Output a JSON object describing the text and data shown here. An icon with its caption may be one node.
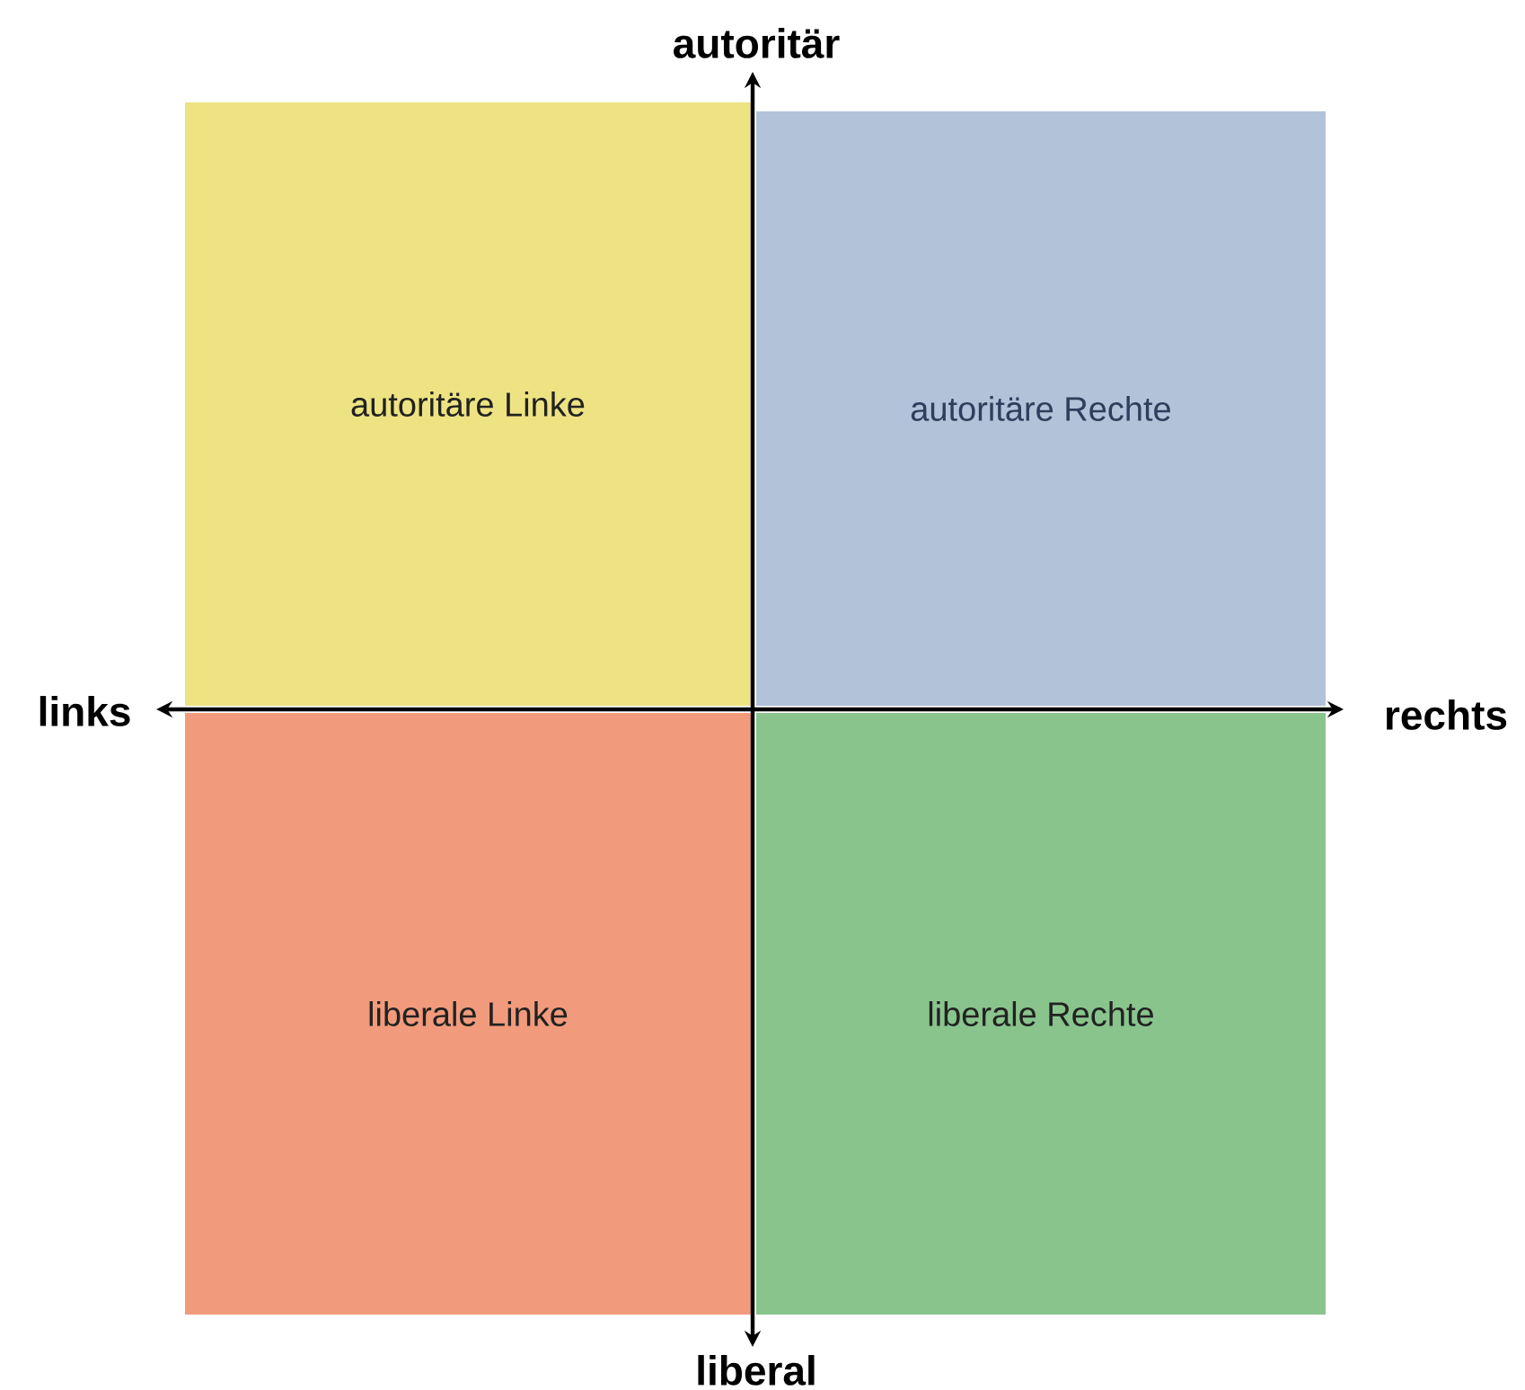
{
  "diagram": {
    "nodes": [
      {
        "text": [
          "autoritäre Linke"
        ]
      },
      {
        "text": [
          "autoritäre Rechte"
        ]
      },
      {
        "text": [
          "liberale Linke"
        ]
      },
      {
        "text": [
          "liberale Rechte"
        ]
      }
    ],
    "labels": [
      "autoritär",
      "links",
      "rechts",
      "liberal"
    ]
  }
}
